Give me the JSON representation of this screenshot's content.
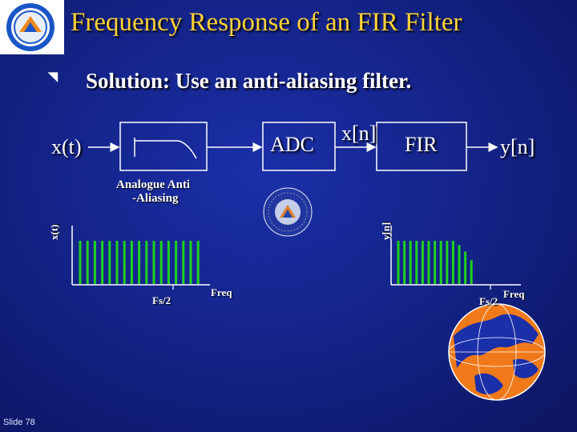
{
  "slide": {
    "title": "Frequency Response of an FIR Filter",
    "bullet_text": "Solution: Use an anti-aliasing filter.",
    "slide_number": "Slide 78"
  },
  "diagram": {
    "input_label": "x(t)",
    "adc_label": "ADC",
    "sampled_label": "x[n]",
    "fir_label": "FIR",
    "output_label": "y[n]",
    "filter_caption_line1": "Analogue Anti",
    "filter_caption_line2": "-Aliasing"
  },
  "left_spectrum": {
    "ylabel": "x(t)",
    "xlabel": "Freq",
    "marker_label": "Fs/2",
    "bar_heights": [
      1,
      1,
      1,
      1,
      1,
      1,
      1,
      1,
      1,
      1,
      1,
      1,
      1,
      1,
      1,
      1,
      1
    ]
  },
  "right_spectrum": {
    "ylabel": "y[n]",
    "xlabel": "Freq",
    "marker_label": "Fs/2",
    "bar_heights": [
      1,
      1,
      1,
      1,
      1,
      1,
      1,
      1,
      1,
      1,
      0.9,
      0.75,
      0.55
    ]
  },
  "colors": {
    "title": "#ffd23a",
    "bars": "#1fd11f",
    "lines": "#ffffff",
    "globe_orange": "#f07a1a"
  }
}
